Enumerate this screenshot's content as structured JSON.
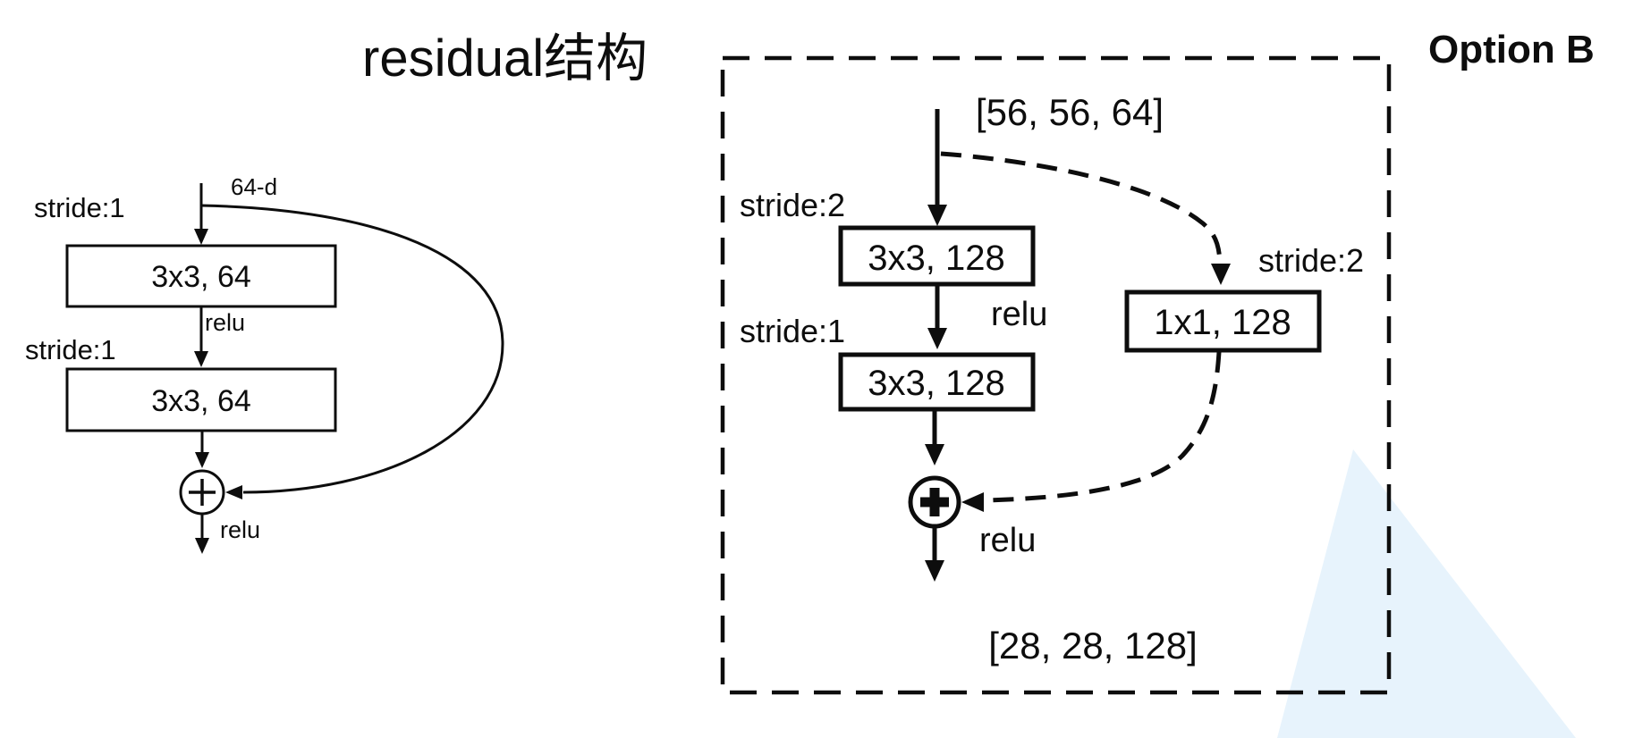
{
  "title": "residual结构",
  "left_diagram": {
    "input_label": "64-d",
    "stride_top_label": "stride:1",
    "stride_mid_label": "stride:1",
    "conv1_label": "3x3, 64",
    "conv2_label": "3x3, 64",
    "relu1_label": "relu",
    "relu2_label": "relu"
  },
  "right_diagram": {
    "option_label": "Option B",
    "input_shape_label": "[56, 56, 64]",
    "output_shape_label": "[28, 28, 128]",
    "stride_top_label": "stride:2",
    "stride_mid_label": "stride:1",
    "stride_shortcut_label": "stride:2",
    "conv1_label": "3x3, 128",
    "conv2_label": "3x3, 128",
    "shortcut_conv_label": "1x1, 128",
    "relu1_label": "relu",
    "relu2_label": "relu"
  },
  "colors": {
    "ink": "#0d0d0d",
    "triangle": "#e7f3fc",
    "background": "#ffffff"
  }
}
